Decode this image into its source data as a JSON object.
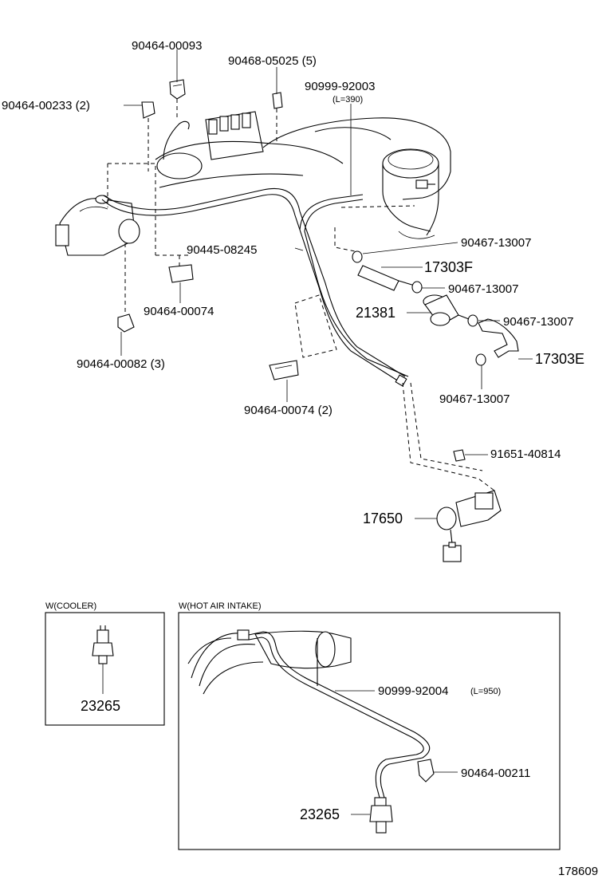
{
  "labels": {
    "p_90464_00093": "90464-00093",
    "p_90468_05025": "90468-05025 (5)",
    "p_90999_92003": "90999-92003",
    "p_l390": "(L=390)",
    "p_90464_00233": "90464-00233 (2)",
    "p_90445_08245": "90445-08245",
    "p_90464_00074": "90464-00074",
    "p_90464_00082": "90464-00082 (3)",
    "p_90464_00074_2": "90464-00074 (2)",
    "p_90467_13007_a": "90467-13007",
    "p_17303F": "17303F",
    "p_90467_13007_b": "90467-13007",
    "p_21381": "21381",
    "p_90467_13007_c": "90467-13007",
    "p_17303E": "17303E",
    "p_90467_13007_d": "90467-13007",
    "p_91651_40814": "91651-40814",
    "p_17650": "17650",
    "cooler_title": "W(COOLER)",
    "cooler_part": "23265",
    "hot_air_title": "W(HOT AIR INTAKE)",
    "p_90999_92004": "90999-92004",
    "p_l950": "(L=950)",
    "p_90464_00211": "90464-00211",
    "hot_air_part": "23265",
    "figure_number": "178609"
  }
}
